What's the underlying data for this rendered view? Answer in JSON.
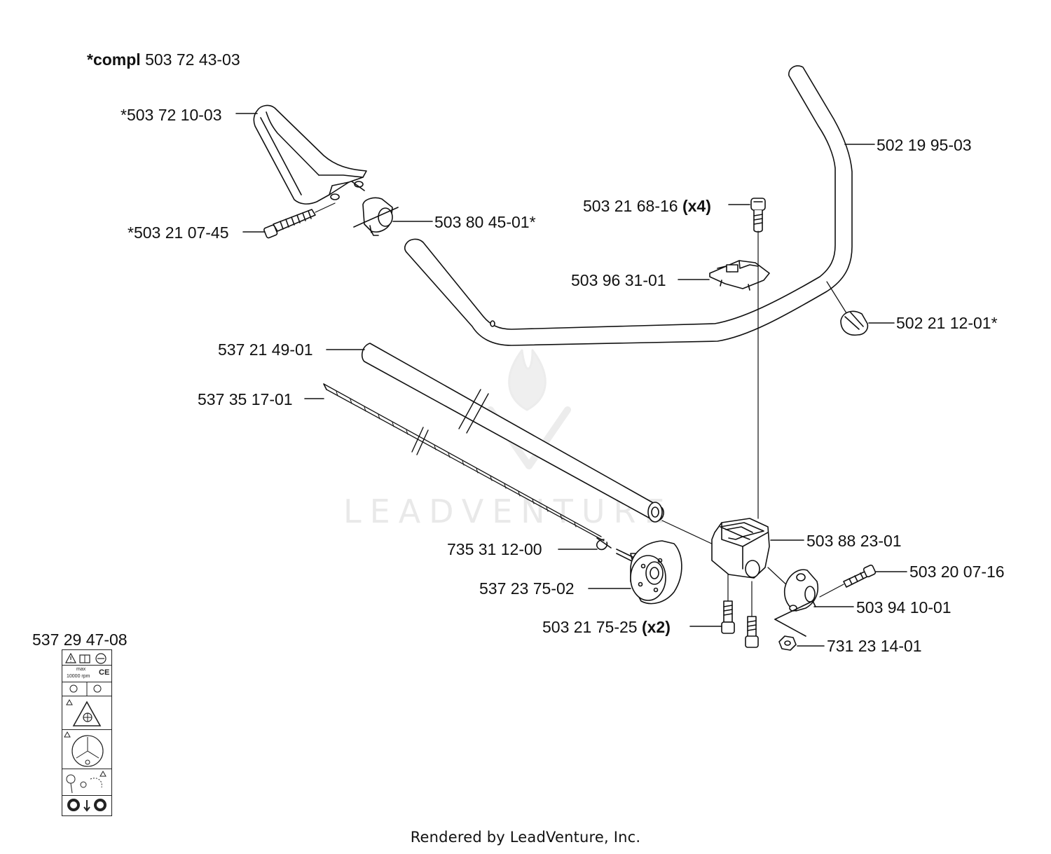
{
  "header": {
    "compl_bold": "*compl",
    "compl_number": "503 72 43-03"
  },
  "watermark": "LEADVENTURE",
  "footer": "Rendered by LeadVenture, Inc.",
  "parts": [
    {
      "id": "503 72 10-03",
      "text": "*503 72 10-03",
      "qty": ""
    },
    {
      "id": "503 21 07-45",
      "text": "*503 21 07-45",
      "qty": ""
    },
    {
      "id": "503 80 45-01",
      "text": "503 80 45-01*",
      "qty": ""
    },
    {
      "id": "502 19 95-03",
      "text": "502 19 95-03",
      "qty": ""
    },
    {
      "id": "503 21 68-16",
      "text": "503 21 68-16",
      "qty": "(x4)"
    },
    {
      "id": "503 96 31-01",
      "text": "503 96 31-01",
      "qty": ""
    },
    {
      "id": "502 21 12-01",
      "text": "502 21 12-01*",
      "qty": ""
    },
    {
      "id": "537 21 49-01",
      "text": "537 21 49-01",
      "qty": ""
    },
    {
      "id": "537 35 17-01",
      "text": "537 35 17-01",
      "qty": ""
    },
    {
      "id": "503 88 23-01",
      "text": "503 88 23-01",
      "qty": ""
    },
    {
      "id": "735 31 12-00",
      "text": "735 31 12-00",
      "qty": ""
    },
    {
      "id": "503 20 07-16",
      "text": "503 20 07-16",
      "qty": ""
    },
    {
      "id": "537 23 75-02",
      "text": "537 23 75-02",
      "qty": ""
    },
    {
      "id": "503 94 10-01",
      "text": "503 94 10-01",
      "qty": ""
    },
    {
      "id": "503 21 75-25",
      "text": "503 21 75-25",
      "qty": "(x2)"
    },
    {
      "id": "731 23 14-01",
      "text": "731 23 14-01",
      "qty": ""
    },
    {
      "id": "537 29 47-08",
      "text": "537 29 47-08",
      "qty": ""
    }
  ],
  "decal": {
    "rpm": "10000 rpm",
    "max": "max",
    "ce": "CE"
  }
}
